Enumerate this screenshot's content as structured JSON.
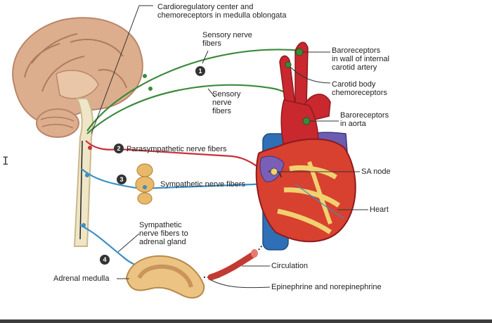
{
  "labels": {
    "cardio": [
      "Cardioregulatory center and",
      "chemoreceptors in medulla oblongata"
    ],
    "sensory_top": [
      "Sensory nerve",
      "fibers"
    ],
    "sensory_mid": [
      "Sensory",
      "nerve",
      "fibers"
    ],
    "baro_carotid": [
      "Baroreceptors",
      "in wall of internal",
      "carotid artery"
    ],
    "carotid_body": [
      "Carotid body",
      "chemoreceptors"
    ],
    "baro_aorta": [
      "Baroreceptors",
      "in aorta"
    ],
    "parasymp": "Parasympathetic nerve fibers",
    "symp": "Sympathetic nerve fibers",
    "sa_node": "SA node",
    "heart": "Heart",
    "symp_adrenal": [
      "Sympathetic",
      "nerve fibers to",
      "adrenal gland"
    ],
    "adrenal_medulla": "Adrenal medulla",
    "circulation": "Circulation",
    "epi": "Epinephrine and norepinephrine"
  },
  "markers": [
    "1",
    "2",
    "3",
    "4"
  ],
  "cursor_glyph": "I",
  "colors": {
    "sensory": "#3b8a3b",
    "parasympathetic": "#c8323c",
    "sympathetic": "#3a8fc6",
    "heart": "#c8282e",
    "vein": "#2f6fb5",
    "brain": "#d9a98a",
    "fat": "#f0d170",
    "adrenal": "#e8c07a"
  }
}
